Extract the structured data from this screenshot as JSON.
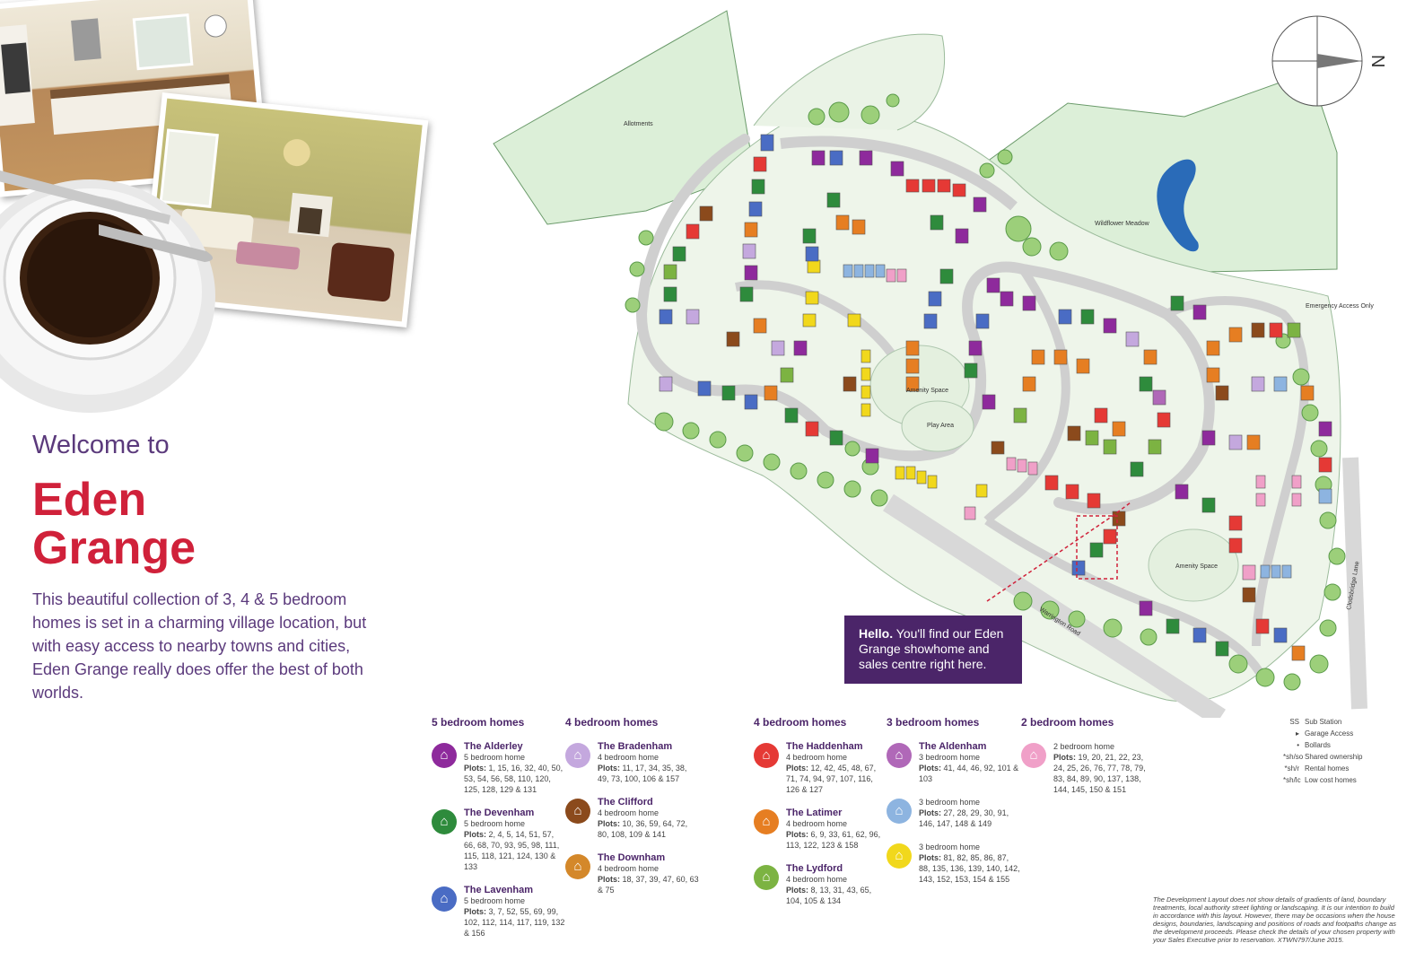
{
  "colors": {
    "purple": "#8e2a9c",
    "green": "#2e8b3c",
    "blue": "#4a6cc4",
    "lavender": "#c4a8de",
    "brown": "#8b4a1c",
    "orange": "#e67e22",
    "red": "#e53935",
    "lime": "#7cb342",
    "pink_purple": "#b068b8",
    "light_blue": "#8db4e0",
    "yellow": "#f1d81c",
    "pink": "#f0a0c8",
    "brand_red": "#d0213a",
    "brand_purple": "#4b2569"
  },
  "welcome": "Welcome to",
  "title_line1": "Eden",
  "title_line2": "Grange",
  "intro": "This beautiful collection of 3, 4 & 5 bedroom homes is set in a charming village location, but with easy access to nearby towns and cities, Eden Grange really does offer the best of both worlds.",
  "map": {
    "compass_label": "N",
    "labels": {
      "allotments": "Allotments",
      "wildflower": "Wildflower Meadow",
      "emergency": "Emergency Access Only",
      "amenity1": "Amenity Space",
      "play": "Play Area",
      "amenity2": "Amenity Space",
      "road": "Warrington Road",
      "lane": "Clodsbridge Lane"
    }
  },
  "hello": {
    "bold": "Hello.",
    "text": " You'll find our Eden Grange showhome and sales centre right here."
  },
  "legend": [
    {
      "heading": "5 bedroom homes",
      "homes": [
        {
          "name": "The Alderley",
          "sub": "5 bedroom home",
          "plots": "1, 15, 16, 32, 40, 50, 53, 54, 56, 58, 110, 120, 125, 128, 129 & 131",
          "color": "purple"
        },
        {
          "name": "The Devenham",
          "sub": "5 bedroom home",
          "plots": "2, 4, 5, 14, 51, 57, 66, 68, 70, 93, 95, 98, 111, 115, 118, 121, 124, 130 & 133",
          "color": "green"
        },
        {
          "name": "The Lavenham",
          "sub": "5 bedroom home",
          "plots": "3, 7, 52, 55, 69, 99, 102, 112, 114, 117, 119, 132 & 156",
          "color": "blue"
        }
      ]
    },
    {
      "heading": "4 bedroom homes",
      "homes": [
        {
          "name": "The Bradenham",
          "sub": "4 bedroom home",
          "plots": "11, 17, 34, 35, 38, 49, 73, 100, 106 & 157",
          "color": "lavender"
        },
        {
          "name": "The Clifford",
          "sub": "4 bedroom home",
          "plots": "10, 36, 59, 64, 72, 80, 108, 109 & 141",
          "color": "brown"
        },
        {
          "name": "The Downham",
          "sub": "4 bedroom home",
          "plots": "18, 37, 39, 47, 60, 63 & 75",
          "color": "orange_dark"
        }
      ]
    },
    {
      "heading": "4 bedroom homes",
      "homes": [
        {
          "name": "The Haddenham",
          "sub": "4 bedroom home",
          "plots": "12, 42, 45, 48, 67, 71, 74, 94, 97, 107, 116, 126 & 127",
          "color": "red"
        },
        {
          "name": "The Latimer",
          "sub": "4 bedroom home",
          "plots": "6, 9, 33, 61, 62, 96, 113, 122, 123 & 158",
          "color": "orange"
        },
        {
          "name": "The Lydford",
          "sub": "4 bedroom home",
          "plots": "8, 13, 31, 43, 65, 104, 105 & 134",
          "color": "lime"
        }
      ]
    },
    {
      "heading": "3 bedroom homes",
      "homes": [
        {
          "name": "The Aldenham",
          "sub": "3 bedroom home",
          "plots": "41, 44, 46, 92, 101 & 103",
          "color": "pink_purple"
        },
        {
          "name": "",
          "sub": "3 bedroom home",
          "plots": "27, 28, 29, 30, 91, 146, 147, 148 & 149",
          "color": "light_blue"
        },
        {
          "name": "",
          "sub": "3 bedroom home",
          "plots": "81, 82, 85, 86, 87, 88, 135, 136, 139, 140, 142, 143, 152, 153, 154 & 155",
          "color": "yellow"
        }
      ]
    },
    {
      "heading": "2 bedroom homes",
      "homes": [
        {
          "name": "",
          "sub": "2 bedroom home",
          "plots": "19, 20, 21, 22, 23, 24, 25, 26, 76, 77, 78, 79, 83, 84, 89, 90, 137, 138, 144, 145, 150 & 151",
          "color": "pink"
        }
      ]
    }
  ],
  "plots_label": "Plots:",
  "key": [
    {
      "sym": "SS",
      "label": "Sub Station"
    },
    {
      "sym": "▸",
      "label": "Garage Access"
    },
    {
      "sym": "•",
      "label": "Bollards"
    },
    {
      "sym": "*sh/so",
      "label": "Shared ownership"
    },
    {
      "sym": "*sh/r",
      "label": "Rental homes"
    },
    {
      "sym": "*sh/lc",
      "label": "Low cost homes"
    }
  ],
  "disclaimer": "The Development Layout does not show details of gradients of land, boundary treatments, local authority street lighting or landscaping. It is our intention to build in accordance with this layout. However, there may be occasions when the house designs, boundaries, landscaping and positions of roads and footpaths change as the development proceeds. Please check the details of your chosen property with your Sales Executive prior to reservation. XTWN797/June 2015."
}
